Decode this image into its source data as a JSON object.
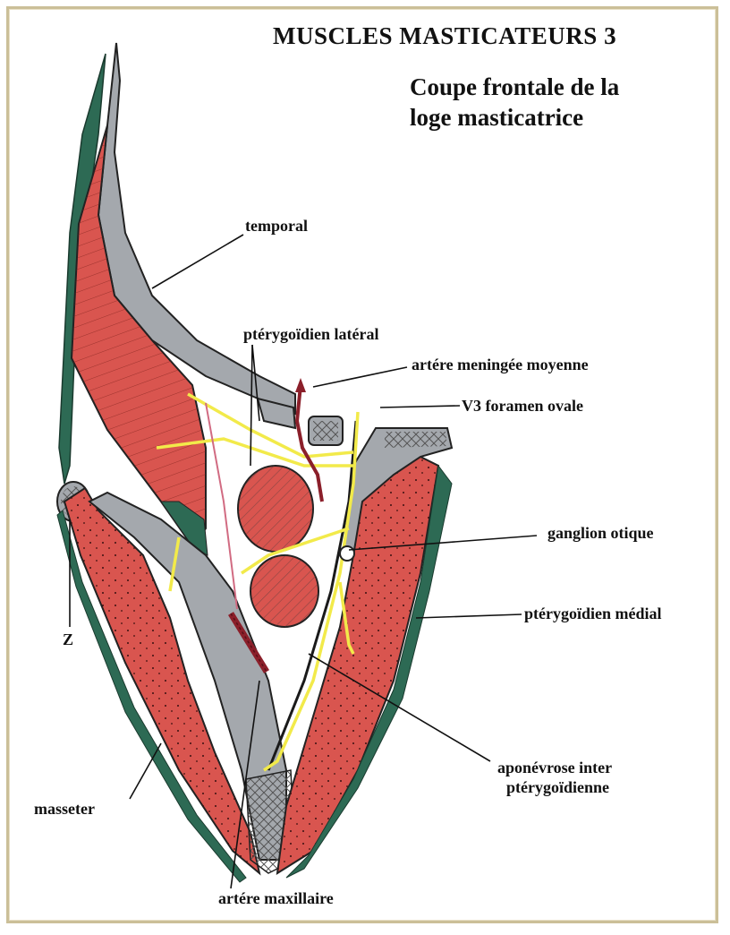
{
  "title": "MUSCLES MASTICATEURS  3",
  "subtitle_line1": "Coupe frontale de la",
  "subtitle_line2": "loge masticatrice",
  "labels": {
    "temporal": "temporal",
    "pterygoidien_lateral": "ptérygoïdien latéral",
    "artere_meningee": "artére meningée moyenne",
    "v3_foramen": "V3 foramen ovale",
    "ganglion_otique": "ganglion otique",
    "pterygoidien_medial": "ptérygoïdien médial",
    "z": "Z",
    "aponevrose_line1": "aponévrose inter",
    "aponevrose_line2": "ptérygoïdienne",
    "masseter": "masseter",
    "artere_maxillaire": "artére maxillaire"
  },
  "colors": {
    "muscle": "#d9554f",
    "bone": "#a4a8ad",
    "nerve": "#f2ea4a",
    "border_green": "#2d6a54",
    "frame": "#cbbf98"
  }
}
